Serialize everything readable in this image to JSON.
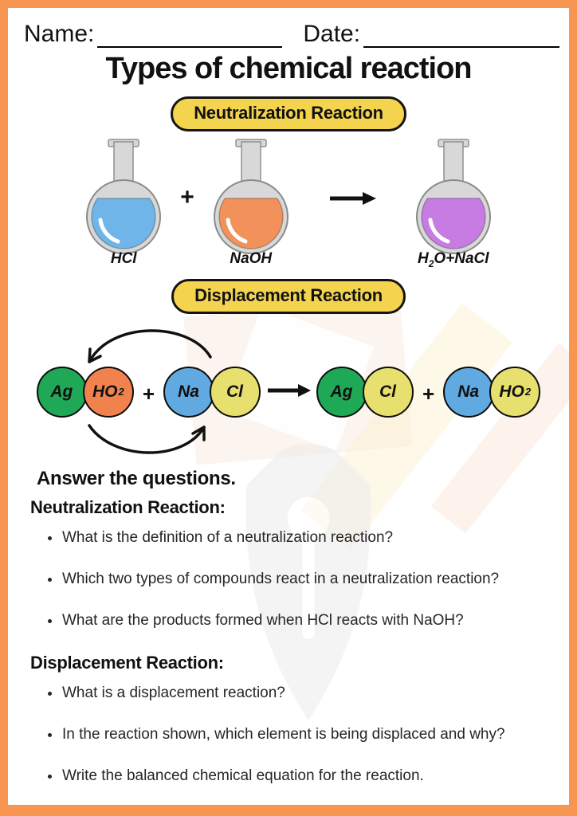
{
  "page": {
    "frame_color": "#f79551",
    "name_label": "Name:",
    "date_label": "Date:",
    "title": "Types of chemical reaction"
  },
  "neutralization": {
    "badge_label": "Neutralization Reaction",
    "badge_color": "#f4d44e",
    "plus_sign": "+",
    "flasks": [
      {
        "label": {
          "pre": "HCl",
          "sub": "",
          "post": ""
        },
        "liquid_color": "#6fb5e8"
      },
      {
        "label": {
          "pre": "NaOH",
          "sub": "",
          "post": ""
        },
        "liquid_color": "#f2925a"
      },
      {
        "label": {
          "pre": "H",
          "sub": "2",
          "post": "O+NaCl"
        },
        "liquid_color": "#c77ce3"
      }
    ]
  },
  "displacement": {
    "badge_label": "Displacement Reaction",
    "badge_color": "#f4d44e",
    "plus_sign": "+",
    "groups": [
      {
        "atoms": [
          {
            "symbol": "Ag",
            "sub": "",
            "color": "#1fa956"
          },
          {
            "symbol": "HO",
            "sub": "2",
            "color": "#f2824d"
          }
        ]
      },
      {
        "atoms": [
          {
            "symbol": "Na",
            "sub": "",
            "color": "#61a9e1"
          },
          {
            "symbol": "Cl",
            "sub": "",
            "color": "#e7df6e"
          }
        ]
      },
      {
        "atoms": [
          {
            "symbol": "Ag",
            "sub": "",
            "color": "#1fa956"
          },
          {
            "symbol": "Cl",
            "sub": "",
            "color": "#e7df6e"
          }
        ]
      },
      {
        "atoms": [
          {
            "symbol": "Na",
            "sub": "",
            "color": "#61a9e1"
          },
          {
            "symbol": "HO",
            "sub": "2",
            "color": "#e7df6e"
          }
        ]
      }
    ]
  },
  "questions": {
    "heading": "Answer the questions.",
    "sections": [
      {
        "title": "Neutralization Reaction:",
        "items": [
          "What is the definition of a neutralization reaction?",
          "Which two types of compounds react in a neutralization reaction?",
          "What are the products formed when HCl reacts with NaOH?"
        ]
      },
      {
        "title": "Displacement Reaction:",
        "items": [
          "What is a displacement reaction?",
          "In the reaction shown, which element is being displaced and why?",
          "Write the balanced chemical equation for the reaction."
        ]
      }
    ]
  }
}
